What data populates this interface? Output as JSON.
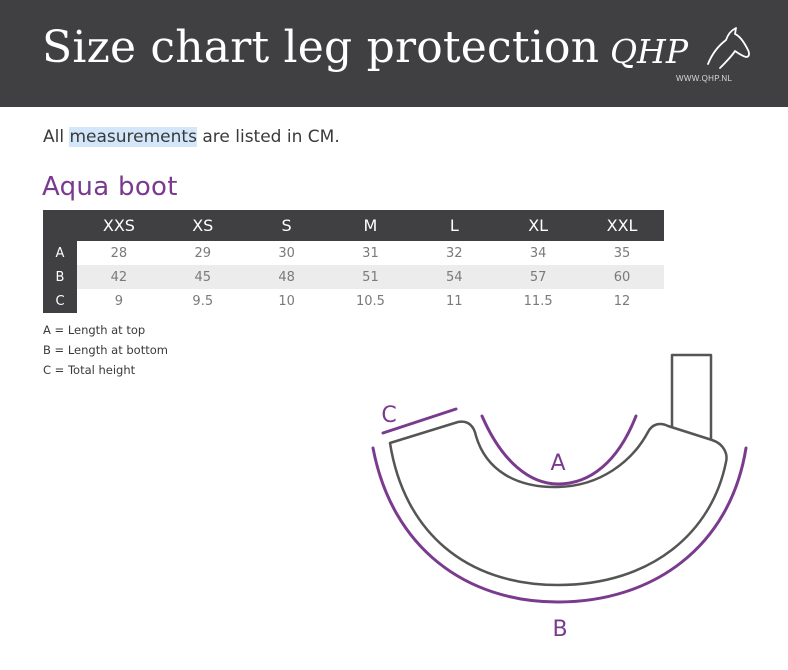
{
  "header": {
    "title": "Size chart leg protection",
    "logo_text": "QHP",
    "logo_url": "WWW.QHP.NL"
  },
  "intro": {
    "prefix": "All ",
    "highlight": "measurements",
    "suffix": " are listed in CM."
  },
  "section_title": "Aqua  boot",
  "table": {
    "sizes": [
      "XXS",
      "XS",
      "S",
      "M",
      "L",
      "XL",
      "XXL"
    ],
    "rows": [
      {
        "label": "A",
        "values": [
          "28",
          "29",
          "30",
          "31",
          "32",
          "34",
          "35"
        ]
      },
      {
        "label": "B",
        "values": [
          "42",
          "45",
          "48",
          "51",
          "54",
          "57",
          "60"
        ]
      },
      {
        "label": "C",
        "values": [
          "9",
          "9.5",
          "10",
          "10.5",
          "11",
          "11.5",
          "12"
        ]
      }
    ]
  },
  "legend": [
    "A = Length at top",
    "B = Length at bottom",
    "C = Total height"
  ],
  "diagram": {
    "label_a": "A",
    "label_b": "B",
    "label_c": "C",
    "accent_color": "#7a3b8e",
    "outline_color": "#555555"
  },
  "colors": {
    "header_bg": "#403f41",
    "accent": "#7a3b8e",
    "row_alt": "#ececec",
    "highlight": "#d3e6fa"
  }
}
